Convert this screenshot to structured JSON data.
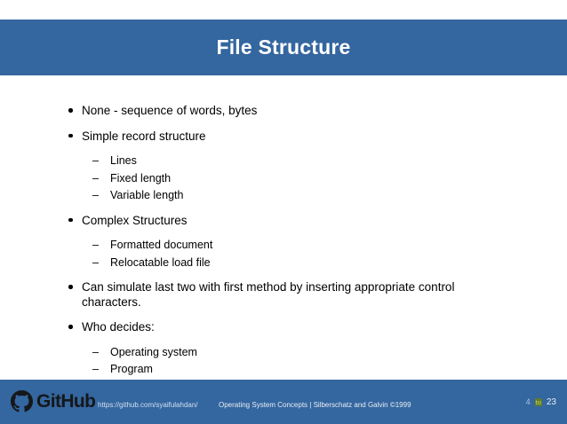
{
  "slide": {
    "title": "File Structure",
    "background_color": "#ffffff",
    "band_color": "#34669f"
  },
  "content": {
    "blocks": [
      {
        "level1": "None - sequence of words, bytes",
        "level2": []
      },
      {
        "level1": "Simple record structure",
        "level2": [
          "Lines",
          "Fixed length",
          "Variable length"
        ]
      },
      {
        "level1": "Complex Structures",
        "level2": [
          "Formatted document",
          "Relocatable load file"
        ]
      },
      {
        "level1": "Can simulate last two with first method by inserting appropriate control characters.",
        "level2": []
      },
      {
        "level1": "Who decides:",
        "level2": [
          "Operating system",
          "Program"
        ]
      }
    ],
    "dash_glyph": "–"
  },
  "footer": {
    "brand": "GitHub",
    "brand_icon": "github-octocat-icon",
    "url": "https://github.com/syaifulahdan/",
    "citation": "Operating System Concepts | Silberschatz and Galvin ©1999",
    "page_current": "4",
    "page_separator": "to",
    "page_total": "23",
    "accent_color": "#c9d84a"
  }
}
